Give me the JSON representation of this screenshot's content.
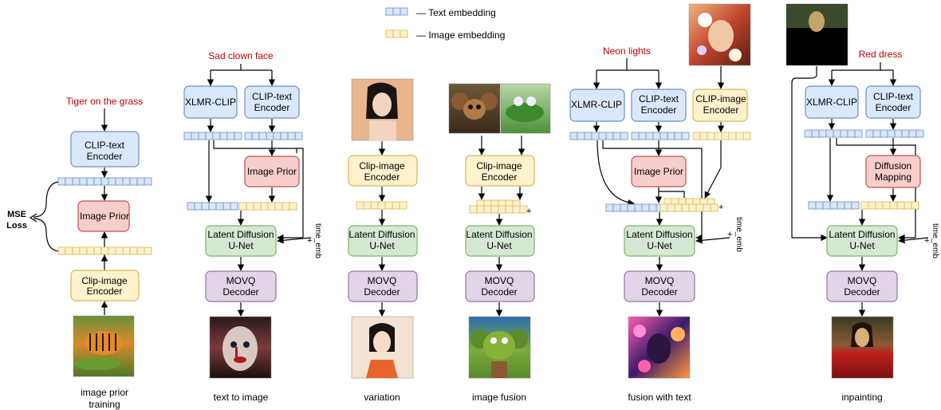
{
  "legend": {
    "text_embedding": "— Text embedding",
    "image_embedding": "— Image embedding"
  },
  "colors": {
    "text_embed_fill": "#d8e6fb",
    "text_embed_stroke": "#6c8ebf",
    "image_embed_fill": "#fff2cc",
    "image_embed_stroke": "#d6b656",
    "blue_box_fill": "#dae8fc",
    "blue_box_stroke": "#6c8ebf",
    "pink_box_fill": "#f8cecc",
    "pink_box_stroke": "#b85450",
    "yellow_box_fill": "#fff2cc",
    "yellow_box_stroke": "#d6b656",
    "green_box_fill": "#d5e8d4",
    "green_box_stroke": "#82b366",
    "purple_box_fill": "#e1d5e7",
    "purple_box_stroke": "#9673a6",
    "prompt_text": "#c00000"
  },
  "panels": {
    "prior": {
      "prompt": "Tiger on the grass",
      "text_encoder": [
        "CLIP-text",
        "Encoder"
      ],
      "image_prior": "Image Prior",
      "image_encoder": [
        "Clip-image",
        "Encoder"
      ],
      "loss": [
        "MSE",
        "Loss"
      ],
      "caption": [
        "image prior",
        "training"
      ],
      "image_icon": "tiger-photo"
    },
    "t2i": {
      "prompt": "Sad clown face",
      "xlmr": "XLMR-CLIP",
      "text_encoder": [
        "CLIP-text",
        "Encoder"
      ],
      "image_prior": "Image Prior",
      "unet": [
        "Latent Diffusion",
        "U-Net"
      ],
      "decoder": [
        "MOVQ",
        "Decoder"
      ],
      "time_emb": "time_emb",
      "plus": "+",
      "caption": "text to image",
      "image_icon": "clown-face-image"
    },
    "variation": {
      "image_encoder": [
        "Clip-image",
        "Encoder"
      ],
      "unet": [
        "Latent Diffusion",
        "U-Net"
      ],
      "decoder": [
        "MOVQ",
        "Decoder"
      ],
      "caption": "variation",
      "input_icon": "woman-illustration-image",
      "output_icon": "woman-variation-image"
    },
    "fusion": {
      "image_encoder": [
        "Clip-image",
        "Encoder"
      ],
      "unet": [
        "Latent Diffusion",
        "U-Net"
      ],
      "decoder": [
        "MOVQ",
        "Decoder"
      ],
      "plus": "+",
      "caption": "image fusion",
      "input_icon_a": "cheburashka-image",
      "input_icon_b": "crocodile-image",
      "output_icon": "fused-character-image"
    },
    "fusion_text": {
      "prompt": "Neon lights",
      "xlmr": "XLMR-CLIP",
      "text_encoder": [
        "CLIP-text",
        "Encoder"
      ],
      "image_encoder": [
        "CLIP-image",
        "Encoder"
      ],
      "image_prior": "Image Prior",
      "unet": [
        "Latent Diffusion",
        "U-Net"
      ],
      "decoder": [
        "MOVQ",
        "Decoder"
      ],
      "time_emb": "time_emb",
      "plus": "+",
      "caption": "fusion with text",
      "input_icon": "woman-flowers-photo",
      "output_icon": "neon-woman-image"
    },
    "inpaint": {
      "prompt": "Red dress",
      "xlmr": "XLMR-CLIP",
      "text_encoder": [
        "CLIP-text",
        "Encoder"
      ],
      "mapping": [
        "Diffusion",
        "Mapping"
      ],
      "unet": [
        "Latent Diffusion",
        "U-Net"
      ],
      "decoder": [
        "MOVQ",
        "Decoder"
      ],
      "time_emb": "time_emb",
      "plus": "+",
      "caption": "inpainting",
      "input_icon": "masked-mona-lisa-image",
      "output_icon": "mona-lisa-red-dress-image"
    }
  }
}
